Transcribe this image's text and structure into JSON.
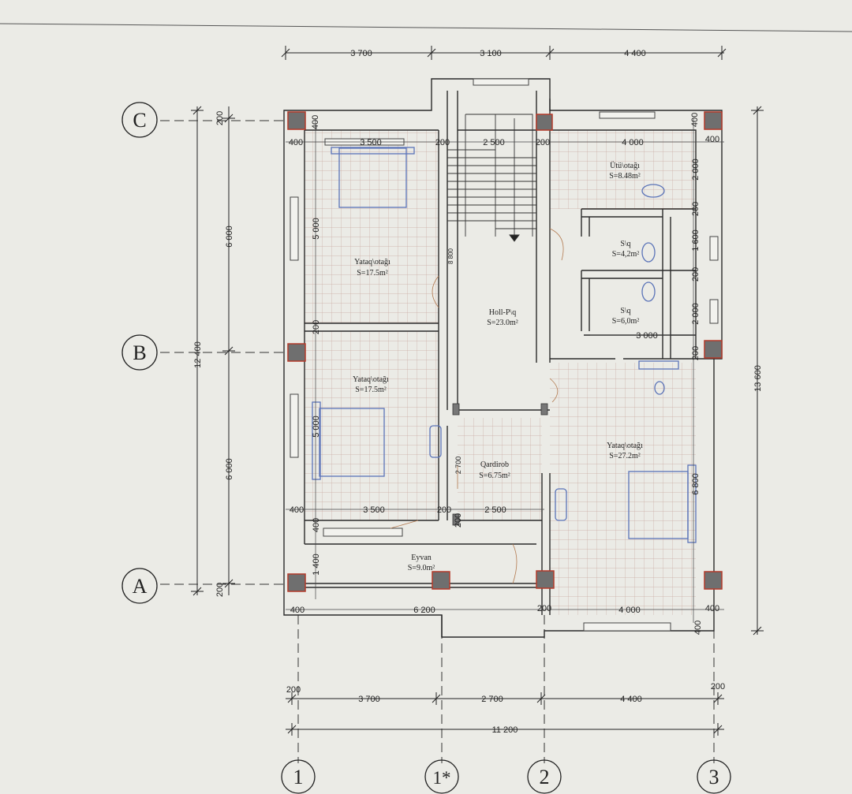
{
  "axes": {
    "rows": [
      "C",
      "B",
      "A"
    ],
    "cols": [
      "1",
      "1*",
      "2",
      "3"
    ]
  },
  "dimensions": {
    "top": [
      "3 700",
      "3 100",
      "4 400"
    ],
    "bottom": [
      "3 700",
      "2 700",
      "4 400"
    ],
    "bottom_total": "11 200",
    "bottom_edge": [
      "200",
      "200"
    ],
    "left_total": "12 400",
    "left": [
      "6 000",
      "6 000"
    ],
    "left_edge": [
      "200",
      "200"
    ],
    "right_total": "13 600",
    "inner_top": [
      "400",
      "3 500",
      "200",
      "2 500",
      "200",
      "4 000",
      "400"
    ],
    "inner_mid": [
      "400",
      "3 500",
      "200",
      "2 500"
    ],
    "inner_bottom": [
      "400",
      "6 200",
      "200",
      "4 000",
      "400"
    ],
    "col_stair": "8 800",
    "col_left": [
      "400",
      "5 000",
      "200",
      "5 000",
      "400",
      "1 400"
    ],
    "col_right": [
      "400",
      "2 000",
      "200",
      "1 600",
      "200",
      "2 000",
      "200",
      "6 800",
      "400"
    ],
    "col_wardrobe": "2 700",
    "bath_width": "3 000",
    "wall_200": "200"
  },
  "rooms": {
    "utility": {
      "name": "Ütü\\otağı",
      "area": "S=8.48m²"
    },
    "wc1": {
      "name": "S\\q",
      "area": "S=4,2m²"
    },
    "wc2": {
      "name": "S\\q",
      "area": "S=6,0m²"
    },
    "bed1": {
      "name": "Yataq\\otağı",
      "area": "S=17.5m²"
    },
    "hall": {
      "name": "Holl-P\\q",
      "area": "S=23.0m²"
    },
    "bed2": {
      "name": "Yataq\\otağı",
      "area": "S=17.5m²"
    },
    "wardrobe": {
      "name": "Qardirob",
      "area": "S=6.75m²"
    },
    "bed3": {
      "name": "Yataq\\otağı",
      "area": "S=27.2m²"
    },
    "balcony": {
      "name": "Eyvan",
      "area": "S=9.0m²"
    }
  },
  "colors": {
    "paper": "#ebebe6",
    "line": "#2a2a2a",
    "grid": "#c9a99f",
    "column_fill": "#6f6f6f",
    "column_border": "#b33a2a",
    "furniture": "#5a73b8"
  }
}
